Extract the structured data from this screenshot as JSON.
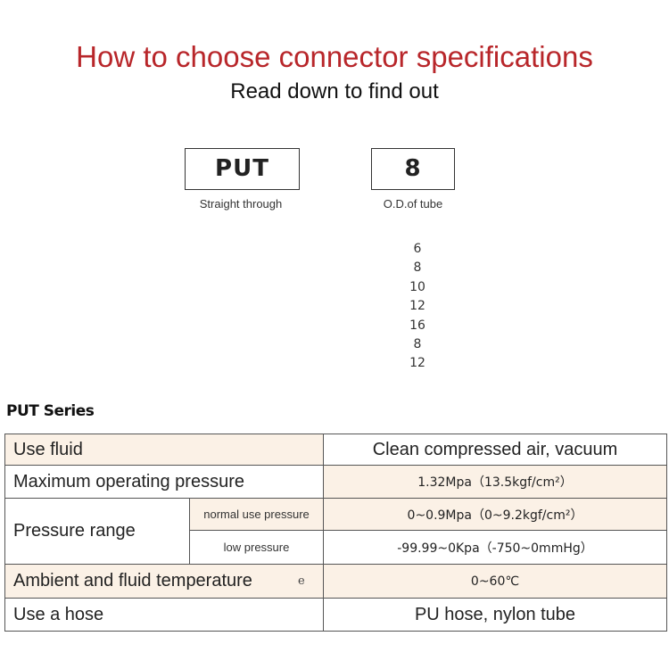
{
  "header": {
    "title": "How to choose connector specifications",
    "subtitle": "Read down to find out"
  },
  "model_code": {
    "series_code": "PUT",
    "series_label": "Straight through",
    "size_code": "8",
    "size_label": "O.D.of tube"
  },
  "tube_sizes": [
    "6",
    "8",
    "10",
    "12",
    "16",
    "8",
    "12"
  ],
  "colors": {
    "title": "#b8262a",
    "row_shade": "#fbf1e6",
    "border": "#555555"
  },
  "spec_section": {
    "heading": "PUT Series",
    "rows": {
      "fluid": {
        "label": "Use fluid",
        "value": "Clean compressed air, vacuum"
      },
      "max_pressure": {
        "label": "Maximum operating pressure",
        "value": "1.32Mpa（13.5kgf/cm²）"
      },
      "pressure_range": {
        "label": "Pressure range",
        "normal_label": "normal use pressure",
        "normal_value": "0~0.9Mpa（0~9.2kgf/cm²）",
        "low_label": "low pressure",
        "low_value": "-99.99~0Kpa（-750~0mmHg）"
      },
      "temperature": {
        "label": "Ambient and fluid temperature",
        "value": "0~60℃",
        "stray_mark": "e"
      },
      "hose": {
        "label": "Use a hose",
        "value": "PU hose, nylon tube"
      }
    }
  }
}
